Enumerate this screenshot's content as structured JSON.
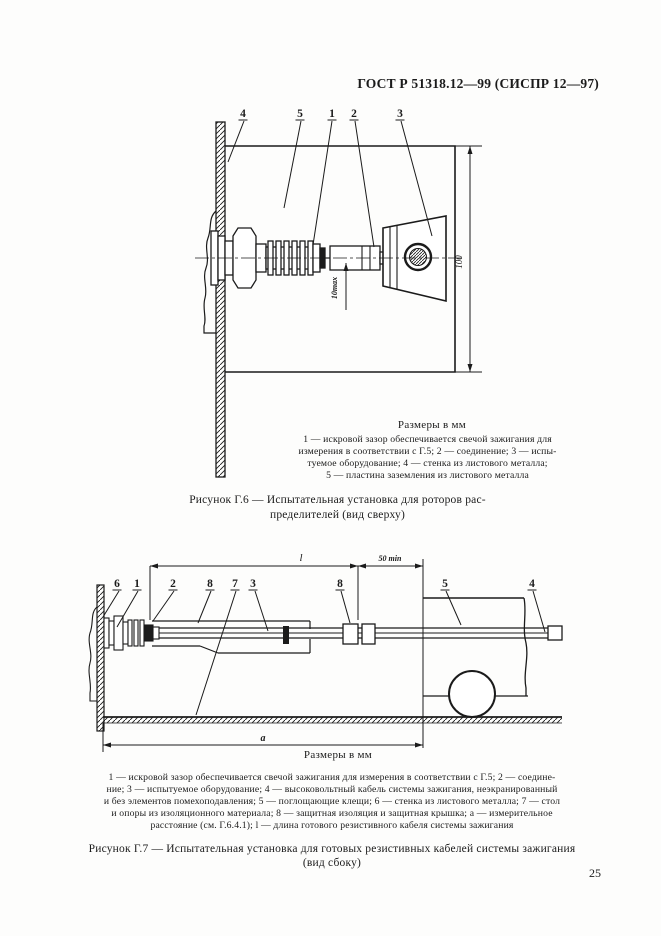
{
  "page": {
    "header": "ГОСТ Р 51318.12—99 (СИСПР 12—97)",
    "page_number": "25"
  },
  "fig6": {
    "callout_4": "4",
    "callout_5": "5",
    "callout_1": "1",
    "callout_2": "2",
    "callout_3": "3",
    "dim_height": "100",
    "dim_gap": "10max",
    "sizes_note": "Размеры в мм",
    "legend": [
      "1 — искровой зазор обеспечивается свечой зажигания для",
      "измерения в соответствии с Г.5; 2 — соединение; 3 — испы-",
      "туемое оборудование; 4 — стенка из листового металла;",
      "5 — пластина заземления из листового металла"
    ],
    "caption_line1": "Рисунок Г.6 — Испытательная установка для роторов рас-",
    "caption_line2": "пределителей (вид сверху)"
  },
  "fig7": {
    "callout_6": "6",
    "callout_1": "1",
    "callout_2": "2",
    "callout_8a": "8",
    "callout_7": "7",
    "callout_3": "3",
    "callout_8b": "8",
    "callout_5": "5",
    "callout_4": "4",
    "dim_length": "l",
    "dim_clearance": "50 min",
    "dim_distance": "a",
    "sizes_note": "Размеры в мм",
    "legend": [
      "1 — искровой зазор обеспечивается свечой зажигания  для измерения  в  соответствии с Г.5; 2 — соедине-",
      "ние; 3 — испытуемое оборудование; 4 — высоковольтный кабель системы зажигания, неэкранированный",
      "и без элементов помехоподавления; 5 — поглощающие клещи; 6 — стенка из листового металла; 7 — стол",
      "и опоры из изоляционного материала; 8 — защитная изоляция и защитная крышка; а — измерительное",
      "расстояние (см. Г.6.4.1); l — длина готового резистивного кабеля системы зажигания"
    ],
    "caption_line1": "Рисунок Г.7 — Испытательная установка для готовых резистивных кабелей системы зажигания",
    "caption_line2": "(вид сбоку)"
  }
}
